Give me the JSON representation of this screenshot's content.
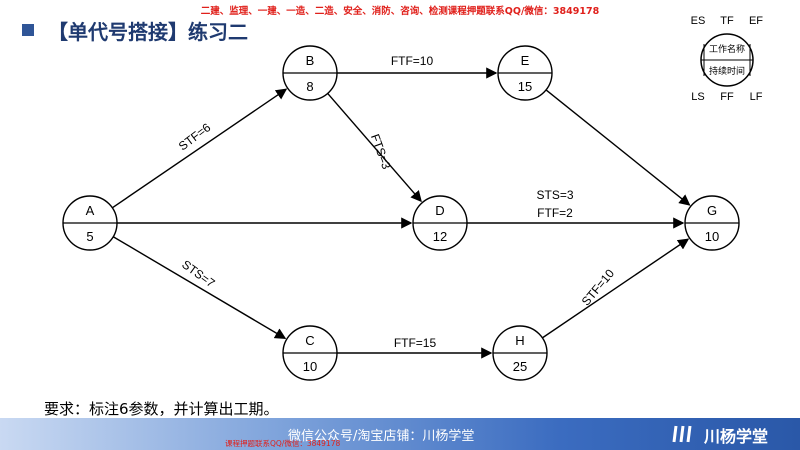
{
  "top_note": "二建、监理、一建、一造、二造、安全、消防、咨询、检测课程押题联系QQ/微信：3849178",
  "title": "【单代号搭接】练习二",
  "nodes": [
    {
      "id": "A",
      "duration": "5"
    },
    {
      "id": "B",
      "duration": "8"
    },
    {
      "id": "C",
      "duration": "10"
    },
    {
      "id": "D",
      "duration": "12"
    },
    {
      "id": "E",
      "duration": "15"
    },
    {
      "id": "G",
      "duration": "10"
    },
    {
      "id": "H",
      "duration": "25"
    }
  ],
  "edges": [
    {
      "from": "A",
      "to": "B",
      "label": "STF=6"
    },
    {
      "from": "A",
      "to": "C",
      "label": "STS=7"
    },
    {
      "from": "A",
      "to": "D",
      "label": ""
    },
    {
      "from": "B",
      "to": "E",
      "label": "FTF=10"
    },
    {
      "from": "B",
      "to": "D",
      "label": "FTS=3"
    },
    {
      "from": "E",
      "to": "G",
      "label": ""
    },
    {
      "from": "D",
      "to": "G",
      "label": "STS=3",
      "label2": "FTF=2"
    },
    {
      "from": "C",
      "to": "H",
      "label": "FTF=15"
    },
    {
      "from": "H",
      "to": "G",
      "label": "STF=10"
    }
  ],
  "legend": {
    "es": "ES",
    "tf": "TF",
    "ef": "EF",
    "ls": "LS",
    "ff": "FF",
    "lf": "LF",
    "work_name": "工作名称",
    "duration": "持续时间"
  },
  "requirement": "要求：标注6参数，并计算出工期。",
  "footer": {
    "text": "微信公众号/淘宝店铺：川杨学堂",
    "note": "课程押题联系QQ/微信：3849178",
    "brand": "川杨学堂"
  },
  "colors": {
    "title": "#1f3a70",
    "accent": "#2f5597",
    "watermark": "#e0201b"
  }
}
